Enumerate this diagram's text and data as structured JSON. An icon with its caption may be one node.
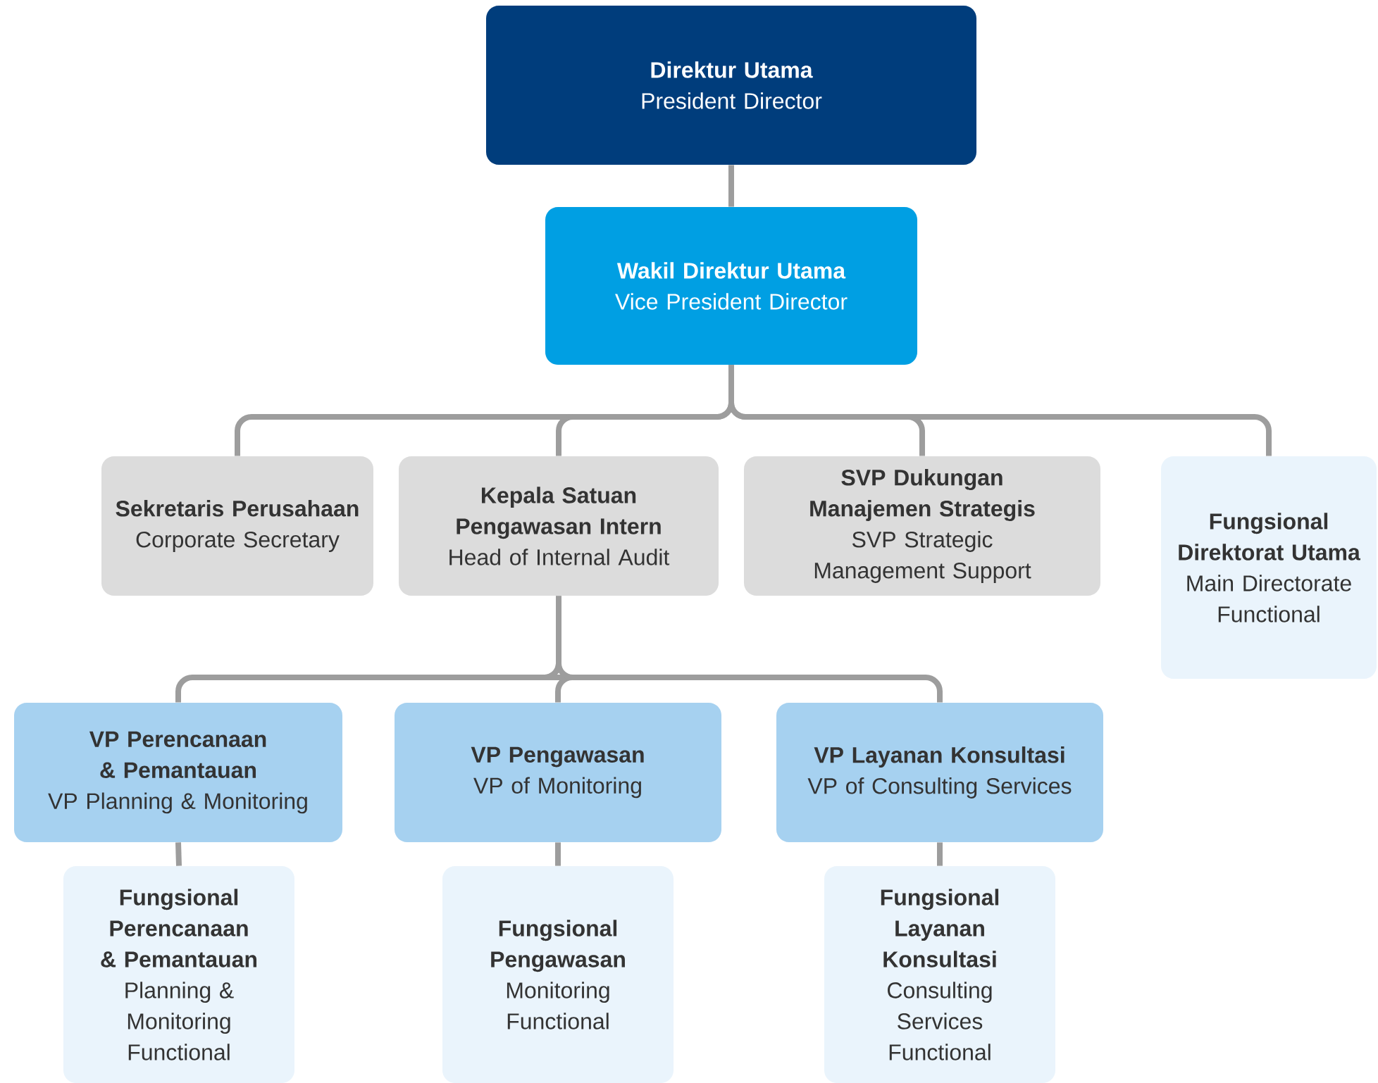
{
  "diagram": {
    "nodes": [
      {
        "text": [
          "Direktur Utama",
          "President Director"
        ]
      },
      {
        "text": [
          "Wakil Direktur Utama",
          "Vice President Director"
        ]
      },
      {
        "text": [
          "Sekretaris Perusahaan",
          "Corporate Secretary"
        ]
      },
      {
        "text": [
          "Kepala Satuan Pengawasan Intern",
          "Head of Internal Audit"
        ]
      },
      {
        "text": [
          "SVP Dukungan Manajemen Strategis",
          "SVP Strategic Management Support"
        ]
      },
      {
        "text": [
          "Fungsional Direktorat Utama",
          "Main Directorate Functional"
        ]
      },
      {
        "text": [
          "VP Perencanaan & Pemantauan",
          "VP Planning & Monitoring"
        ]
      },
      {
        "text": [
          "VP Pengawasan",
          "VP of Monitoring"
        ]
      },
      {
        "text": [
          "VP Layanan Konsultasi",
          "VP of Consulting Services"
        ]
      },
      {
        "text": [
          "Fungsional Perencanaan & Pemantauan",
          "Planning & Monitoring Functional"
        ]
      },
      {
        "text": [
          "Fungsional Pengawasan",
          "Monitoring Functional"
        ]
      },
      {
        "text": [
          "Fungsional Layanan Konsultasi",
          "Consulting Services Functional"
        ]
      }
    ],
    "edges": [
      {
        "from": 0,
        "to": 1,
        "arrow": "none"
      },
      {
        "from": 1,
        "to": 2,
        "arrow": "none"
      },
      {
        "from": 1,
        "to": 3,
        "arrow": "none"
      },
      {
        "from": 1,
        "to": 4,
        "arrow": "none"
      },
      {
        "from": 1,
        "to": 5,
        "arrow": "none"
      },
      {
        "from": 3,
        "to": 6,
        "arrow": "none"
      },
      {
        "from": 3,
        "to": 7,
        "arrow": "none"
      },
      {
        "from": 3,
        "to": 8,
        "arrow": "none"
      },
      {
        "from": 6,
        "to": 9,
        "arrow": "none"
      },
      {
        "from": 7,
        "to": 10,
        "arrow": "none"
      },
      {
        "from": 8,
        "to": 11,
        "arrow": "none"
      }
    ]
  }
}
